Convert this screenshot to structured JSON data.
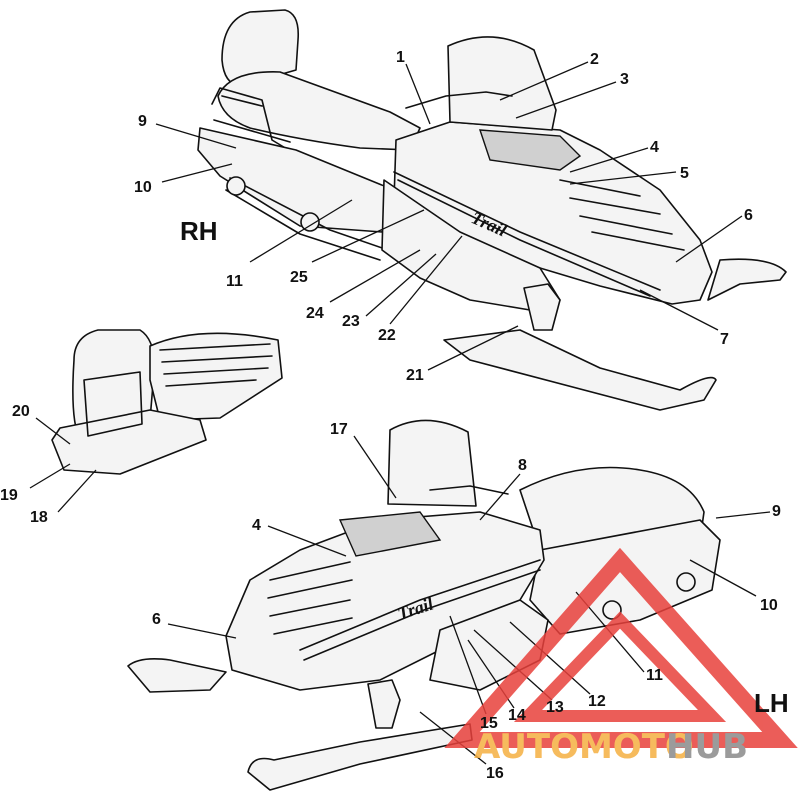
{
  "views": [
    {
      "id": "rh",
      "label": "RH"
    },
    {
      "id": "lh",
      "label": "LH"
    }
  ],
  "decals": {
    "trail_script": "Trail"
  },
  "callouts": [
    {
      "id": "c1",
      "text": "1"
    },
    {
      "id": "c2",
      "text": "2"
    },
    {
      "id": "c3",
      "text": "3"
    },
    {
      "id": "c4a",
      "text": "4"
    },
    {
      "id": "c5",
      "text": "5"
    },
    {
      "id": "c6a",
      "text": "6"
    },
    {
      "id": "c7",
      "text": "7"
    },
    {
      "id": "c9a",
      "text": "9"
    },
    {
      "id": "c10a",
      "text": "10"
    },
    {
      "id": "c11a",
      "text": "11"
    },
    {
      "id": "c21",
      "text": "21"
    },
    {
      "id": "c22",
      "text": "22"
    },
    {
      "id": "c23",
      "text": "23"
    },
    {
      "id": "c24",
      "text": "24"
    },
    {
      "id": "c25",
      "text": "25"
    },
    {
      "id": "c17",
      "text": "17"
    },
    {
      "id": "c18",
      "text": "18"
    },
    {
      "id": "c19",
      "text": "19"
    },
    {
      "id": "c20",
      "text": "20"
    },
    {
      "id": "c8",
      "text": "8"
    },
    {
      "id": "c4b",
      "text": "4"
    },
    {
      "id": "c9b",
      "text": "9"
    },
    {
      "id": "c10b",
      "text": "10"
    },
    {
      "id": "c6b",
      "text": "6"
    },
    {
      "id": "c11b",
      "text": "11"
    },
    {
      "id": "c12",
      "text": "12"
    },
    {
      "id": "c13",
      "text": "13"
    },
    {
      "id": "c14",
      "text": "14"
    },
    {
      "id": "c15",
      "text": "15"
    },
    {
      "id": "c16",
      "text": "16"
    }
  ],
  "watermark": {
    "text_part1": "AUTOMOTO",
    "text_part2": "HUB",
    "color_part1": "#f5b041",
    "color_part2": "#8a8a8a",
    "triangle_color": "#e8413c"
  }
}
